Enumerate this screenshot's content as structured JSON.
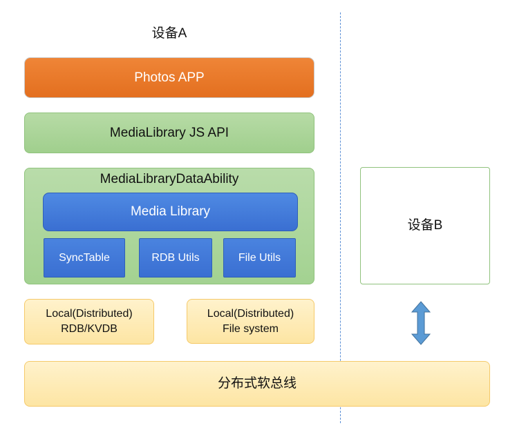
{
  "device_a": {
    "title": "设备A"
  },
  "layers": {
    "photos_app": "Photos APP",
    "js_api": "MediaLibrary JS API",
    "data_ability": {
      "label": "MediaLibraryDataAbility",
      "media_library": "Media Library",
      "components": [
        "SyncTable",
        "RDB Utils",
        "File Utils"
      ]
    }
  },
  "storage": {
    "rdb": {
      "line1": "Local(Distributed)",
      "line2": "RDB/KVDB"
    },
    "fs": {
      "line1": "Local(Distributed)",
      "line2": "File system"
    }
  },
  "device_b": {
    "title": "设备B"
  },
  "bus": {
    "label": "分布式软总线"
  },
  "colors": {
    "photos": "#ed7d31",
    "green_layer": "#a9d18e",
    "blue_module": "#4472c4",
    "yellow_box": "#ffe699",
    "arrow": "#5b9bd5",
    "divider": "#5b8fd6"
  }
}
